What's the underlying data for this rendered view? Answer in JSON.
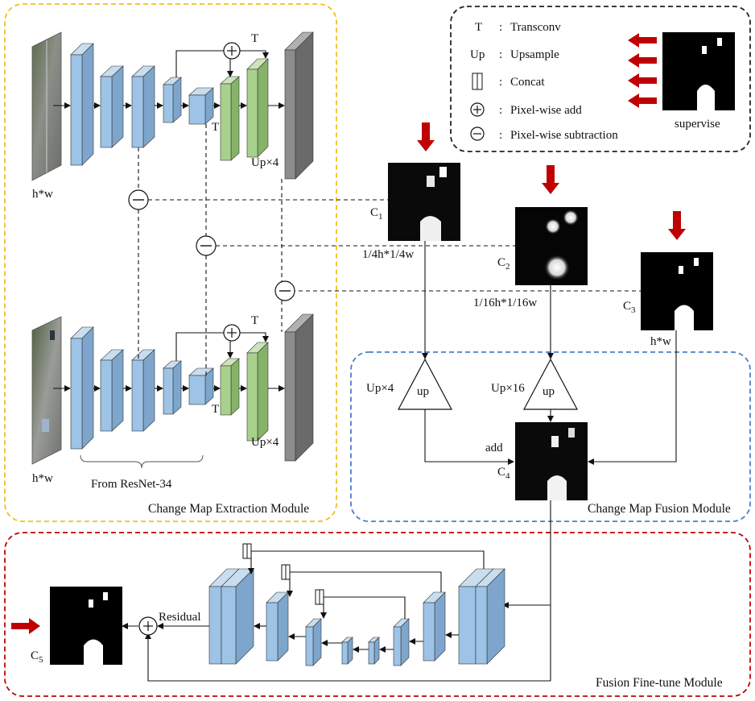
{
  "modules": {
    "extraction": "Change Map Extraction Module",
    "fusion": "Change Map Fusion Module",
    "finetune": "Fusion Fine-tune Module"
  },
  "legend": {
    "items": [
      {
        "symbol": "T",
        "sep": ":",
        "text": "Transconv"
      },
      {
        "symbol": "Up",
        "sep": ":",
        "text": "Upsample"
      },
      {
        "symbol": "concat-icon",
        "sep": ":",
        "text": "Concat"
      },
      {
        "symbol": "plus-icon",
        "sep": ":",
        "text": "Pixel-wise add"
      },
      {
        "symbol": "minus-icon",
        "sep": ":",
        "text": "Pixel-wise subtraction"
      }
    ],
    "supervise": "supervise"
  },
  "extraction": {
    "input_top": "h*w",
    "input_bottom": "h*w",
    "t_top_1": "T",
    "t_top_2": "T",
    "t_bot_1": "T",
    "t_bot_2": "T",
    "up_top": "Up×4",
    "up_bot": "Up×4",
    "resnet": "From ResNet-34"
  },
  "maps": {
    "c1": {
      "label": "C",
      "sub": "1",
      "size": "1/4h*1/4w"
    },
    "c2": {
      "label": "C",
      "sub": "2",
      "size": "1/16h*1/16w"
    },
    "c3": {
      "label": "C",
      "sub": "3",
      "size": "h*w"
    },
    "c4": {
      "label": "C",
      "sub": "4"
    },
    "c5": {
      "label": "C",
      "sub": "5"
    }
  },
  "fusion": {
    "up_left_label": "Up×4",
    "up_right_label": "Up×16",
    "up_text": "up",
    "add": "add"
  },
  "finetune": {
    "residual": "Residual"
  },
  "colors": {
    "extraction_border": "#f0c020",
    "fusion_border": "#4a7fc8",
    "finetune_border": "#c00000",
    "legend_border": "#222222",
    "encoder_block": "#9dc3e6",
    "decoder_block": "#a9d18e",
    "output_block": "#7f7f7f",
    "supervise_arrow": "#c00000"
  }
}
